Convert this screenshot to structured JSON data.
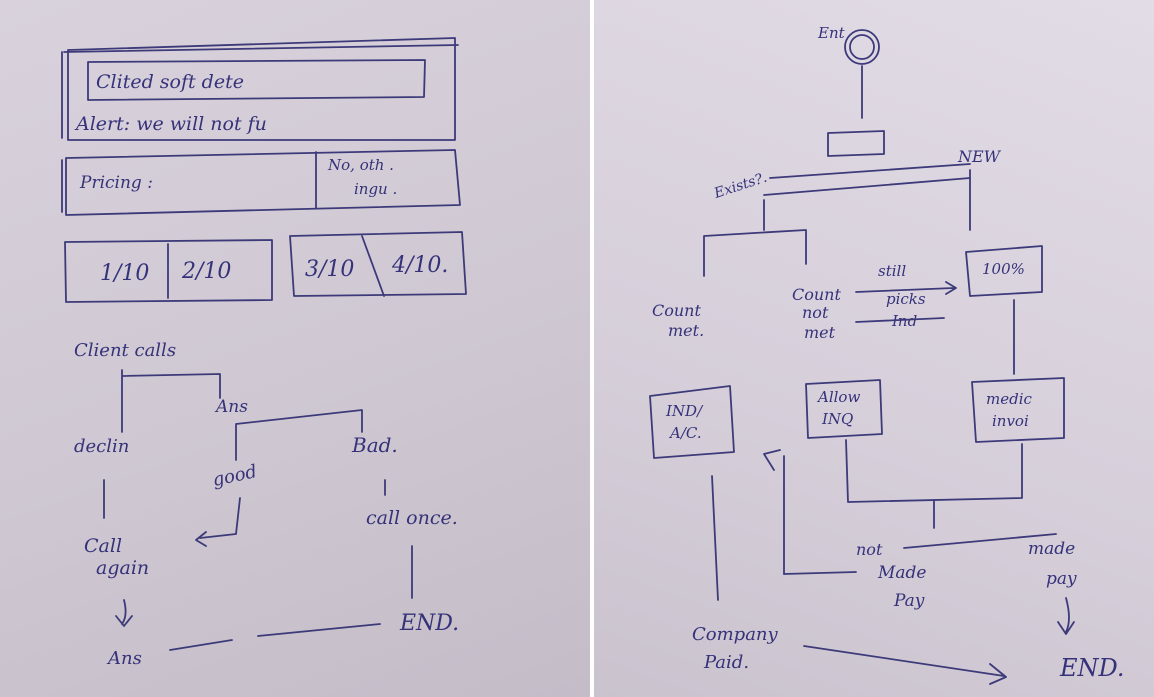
{
  "left_sheet": {
    "header_box": {
      "line1": "Clited  soft dete",
      "line2": "Alert: we will not fu"
    },
    "pricing_box": {
      "label": "Pricing :",
      "note_line1": "No, oth .",
      "note_line2": "ingu ."
    },
    "steps": [
      "1/10",
      "2/10",
      "3/10",
      "4/10."
    ],
    "flow": {
      "client_calls": "Client calls",
      "decline": "declin",
      "answer": "Ans",
      "good": "good",
      "bad": "Bad.",
      "call_again_line1": "Call",
      "call_again_line2": "again",
      "call_once": "call once.",
      "ans_bottom": "Ans",
      "end": "END."
    }
  },
  "right_sheet": {
    "entry": "Ent",
    "exists": "Exists?.",
    "new": "NEW",
    "count_met_line1": "Count",
    "count_met_line2": "met.",
    "count_not_met_line1": "Count",
    "count_not_met_line2": "not",
    "count_not_met_line3": "met",
    "still_picks_line1": "still",
    "still_picks_line2": "picks",
    "still_picks_line3": "Ind",
    "hundred": "100%",
    "box_ind": [
      "IND/",
      "A/C."
    ],
    "box_allow": [
      "Allow",
      "INQ"
    ],
    "box_medic": [
      "medic",
      "invoi"
    ],
    "not_made_pay": [
      "not",
      "Made",
      "Pay"
    ],
    "made_pay": [
      "made",
      "pay"
    ],
    "company_paid": [
      "Company",
      "Paid."
    ],
    "end": "END."
  },
  "colors": {
    "ink": "#3d3a7a",
    "paper_left": "#d2cbd5",
    "paper_right": "#dcd6e0"
  }
}
